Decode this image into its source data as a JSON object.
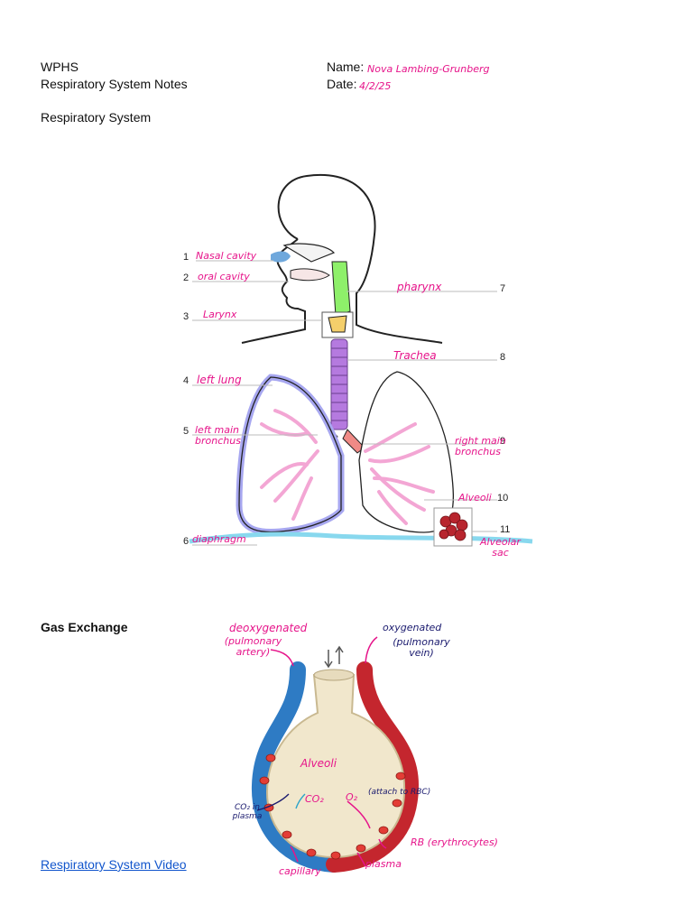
{
  "header": {
    "school": "WPHS",
    "notes_title": "Respiratory System Notes",
    "name_label": "Name:",
    "name_value": "Nova Lambing-Grunberg",
    "date_label": "Date:",
    "date_value": "4/2/25"
  },
  "section1": {
    "heading": "Respiratory System",
    "labels": [
      {
        "num": "1",
        "text": "Nasal cavity"
      },
      {
        "num": "2",
        "text": "oral cavity"
      },
      {
        "num": "3",
        "text": "Larynx"
      },
      {
        "num": "4",
        "text": "left lung"
      },
      {
        "num": "5",
        "text": "left main bronchus"
      },
      {
        "num": "6",
        "text": "diaphragm"
      },
      {
        "num": "7",
        "text": "pharynx"
      },
      {
        "num": "8",
        "text": "Trachea"
      },
      {
        "num": "9",
        "text": "right main bronchus"
      },
      {
        "num": "10",
        "text": "Alveoli"
      },
      {
        "num": "11",
        "text": "Alveolar sac"
      }
    ]
  },
  "section2": {
    "heading": "Gas Exchange",
    "annotations": {
      "deoxygenated": "deoxygenated",
      "pulmonary_artery": "(pulmonary artery)",
      "oxygenated": "oxygenated",
      "pulmonary_vein": "(pulmonary vein)",
      "alveoli": "Alveoli",
      "co2": "CO₂",
      "co2_plasma": "CO₂ in plasma",
      "o2": "O₂",
      "attach_rbc": "(attach to RBC)",
      "rbc": "RB (erythrocytes)",
      "capillary": "capillary",
      "plasma": "plasma"
    }
  },
  "link": {
    "text": "Respiratory System Video"
  },
  "colors": {
    "annotation": "#e6148a",
    "link": "#1155cc",
    "deoxy_vessel": "#2e7bc4",
    "oxy_vessel": "#c4262e"
  }
}
